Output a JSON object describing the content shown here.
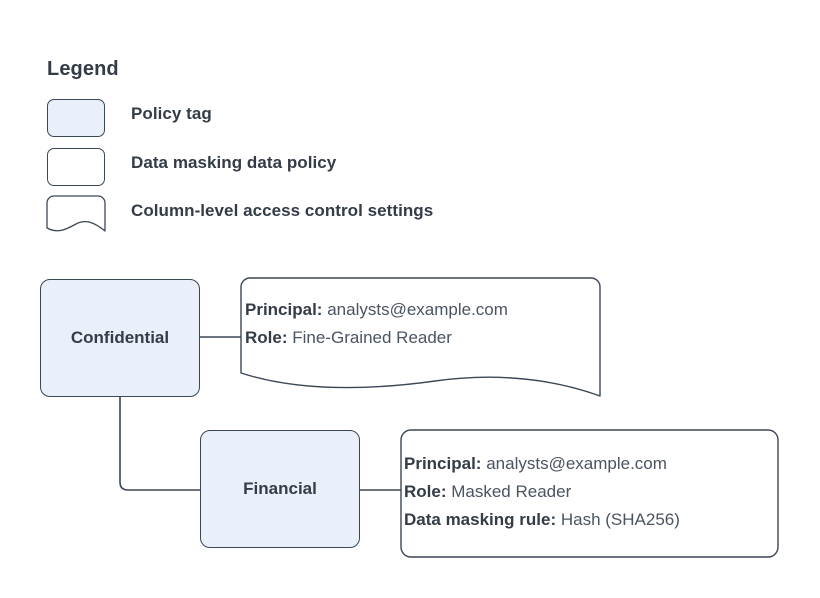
{
  "legend": {
    "title": "Legend",
    "items": [
      {
        "label": "Policy tag",
        "swatch": "rounded-rect-filled"
      },
      {
        "label": "Data masking data policy",
        "swatch": "rounded-rect-outline"
      },
      {
        "label": "Column-level access control settings",
        "swatch": "wavy-bottom-document"
      }
    ]
  },
  "diagram": {
    "nodes": [
      {
        "id": "confidential",
        "label": "Confidential"
      },
      {
        "id": "financial",
        "label": "Financial"
      }
    ],
    "callouts": [
      {
        "id": "confidential-callout",
        "shape": "wavy-bottom-document",
        "lines": [
          {
            "key": "Principal:",
            "value": "analysts@example.com"
          },
          {
            "key": "Role:",
            "value": "Fine-Grained Reader"
          }
        ]
      },
      {
        "id": "financial-callout",
        "shape": "rounded-rect-outline",
        "lines": [
          {
            "key": "Principal:",
            "value": "analysts@example.com"
          },
          {
            "key": "Role:",
            "value": "Masked Reader"
          },
          {
            "key": "Data masking rule:",
            "value": "Hash (SHA256)"
          }
        ]
      }
    ],
    "connectors": [
      {
        "from": "confidential",
        "to": "confidential-callout",
        "style": "straight"
      },
      {
        "from": "confidential",
        "to": "financial",
        "style": "elbow"
      },
      {
        "from": "financial",
        "to": "financial-callout",
        "style": "straight"
      }
    ]
  },
  "colors": {
    "background": "#ffffff",
    "node_fill": "#e9f0fc",
    "stroke": "#3b4756",
    "text": "#333c47",
    "value_text": "#4a5462"
  }
}
